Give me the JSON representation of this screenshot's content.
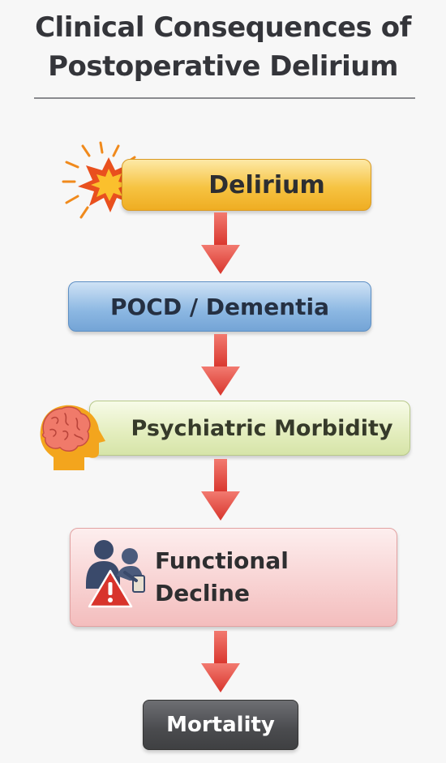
{
  "title": {
    "line1": "Clinical Consequences of",
    "line2": "Postoperative Delirium"
  },
  "steps": [
    {
      "label": "Delirium",
      "icon": "explosion-icon",
      "color": "#f6c342"
    },
    {
      "label": "POCD / Dementia",
      "color": "#8bb7e2"
    },
    {
      "label": "Psychiatric Morbidity",
      "icon": "brain-head-icon",
      "color": "#e3edbd"
    },
    {
      "label_line1": "Functional",
      "label_line2": "Decline",
      "icon": "patient-warning-icon",
      "color": "#f8d3d3"
    },
    {
      "label": "Mortality",
      "color": "#4a4b4e"
    }
  ],
  "arrow_color": "#e2453c"
}
